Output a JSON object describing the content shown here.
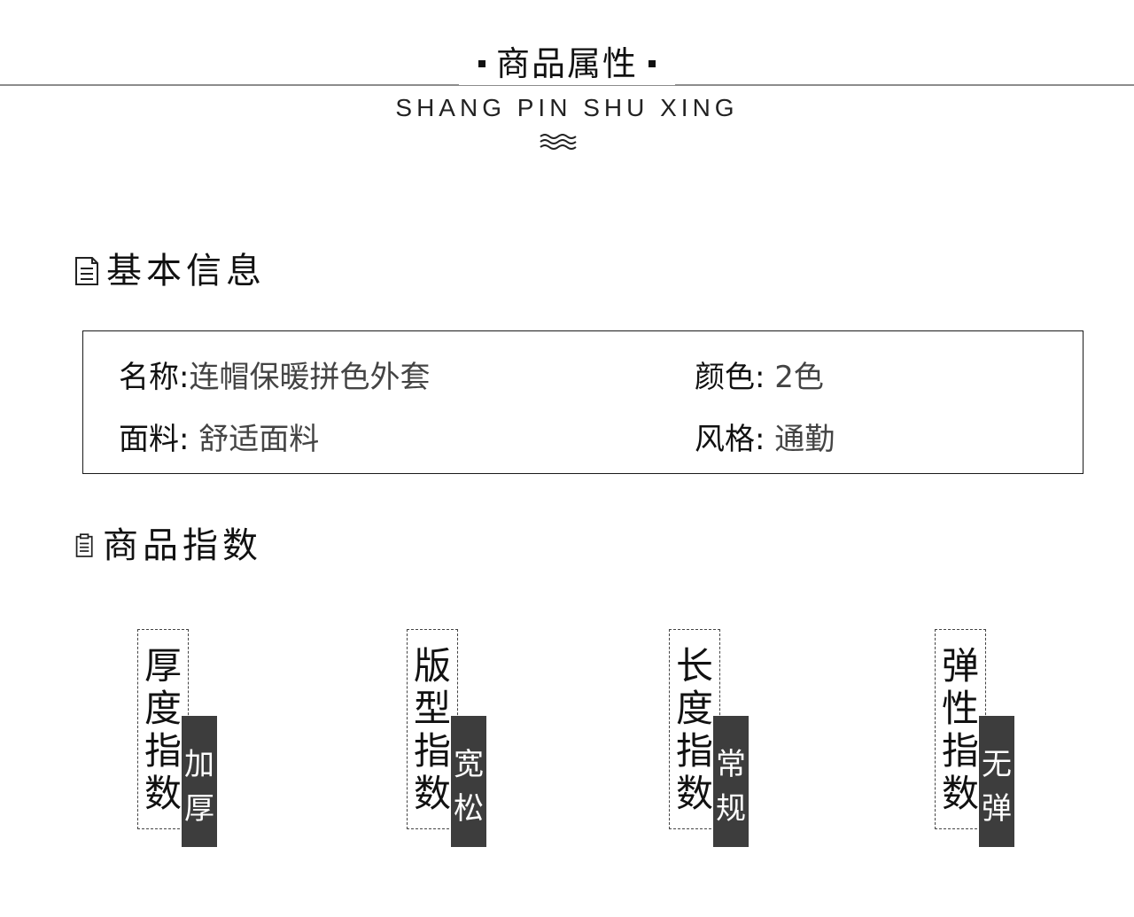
{
  "header": {
    "title": "商品属性",
    "subtitle": "SHANG PIN SHU XING"
  },
  "basic_info": {
    "heading": "基本信息",
    "items": [
      {
        "key": "名称:",
        "value": "连帽保暖拼色外套"
      },
      {
        "key": "颜色:",
        "value": " 2色"
      },
      {
        "key": "面料:",
        "value": " 舒适面料"
      },
      {
        "key": "风格:",
        "value": " 通勤"
      }
    ]
  },
  "product_index": {
    "heading": "商品指数",
    "items": [
      {
        "label": "厚度指数",
        "value": "加厚"
      },
      {
        "label": "版型指数",
        "value": "宽松"
      },
      {
        "label": "长度指数",
        "value": "常规"
      },
      {
        "label": "弹性指数",
        "value": "无弹"
      }
    ]
  },
  "icons": {
    "wave": "wave-icon",
    "document": "document-icon",
    "clipboard": "clipboard-icon"
  },
  "colors": {
    "text": "#111111",
    "value_text": "#444444",
    "badge_bg": "#3d3d3d",
    "divider": "#8c8c8c"
  }
}
